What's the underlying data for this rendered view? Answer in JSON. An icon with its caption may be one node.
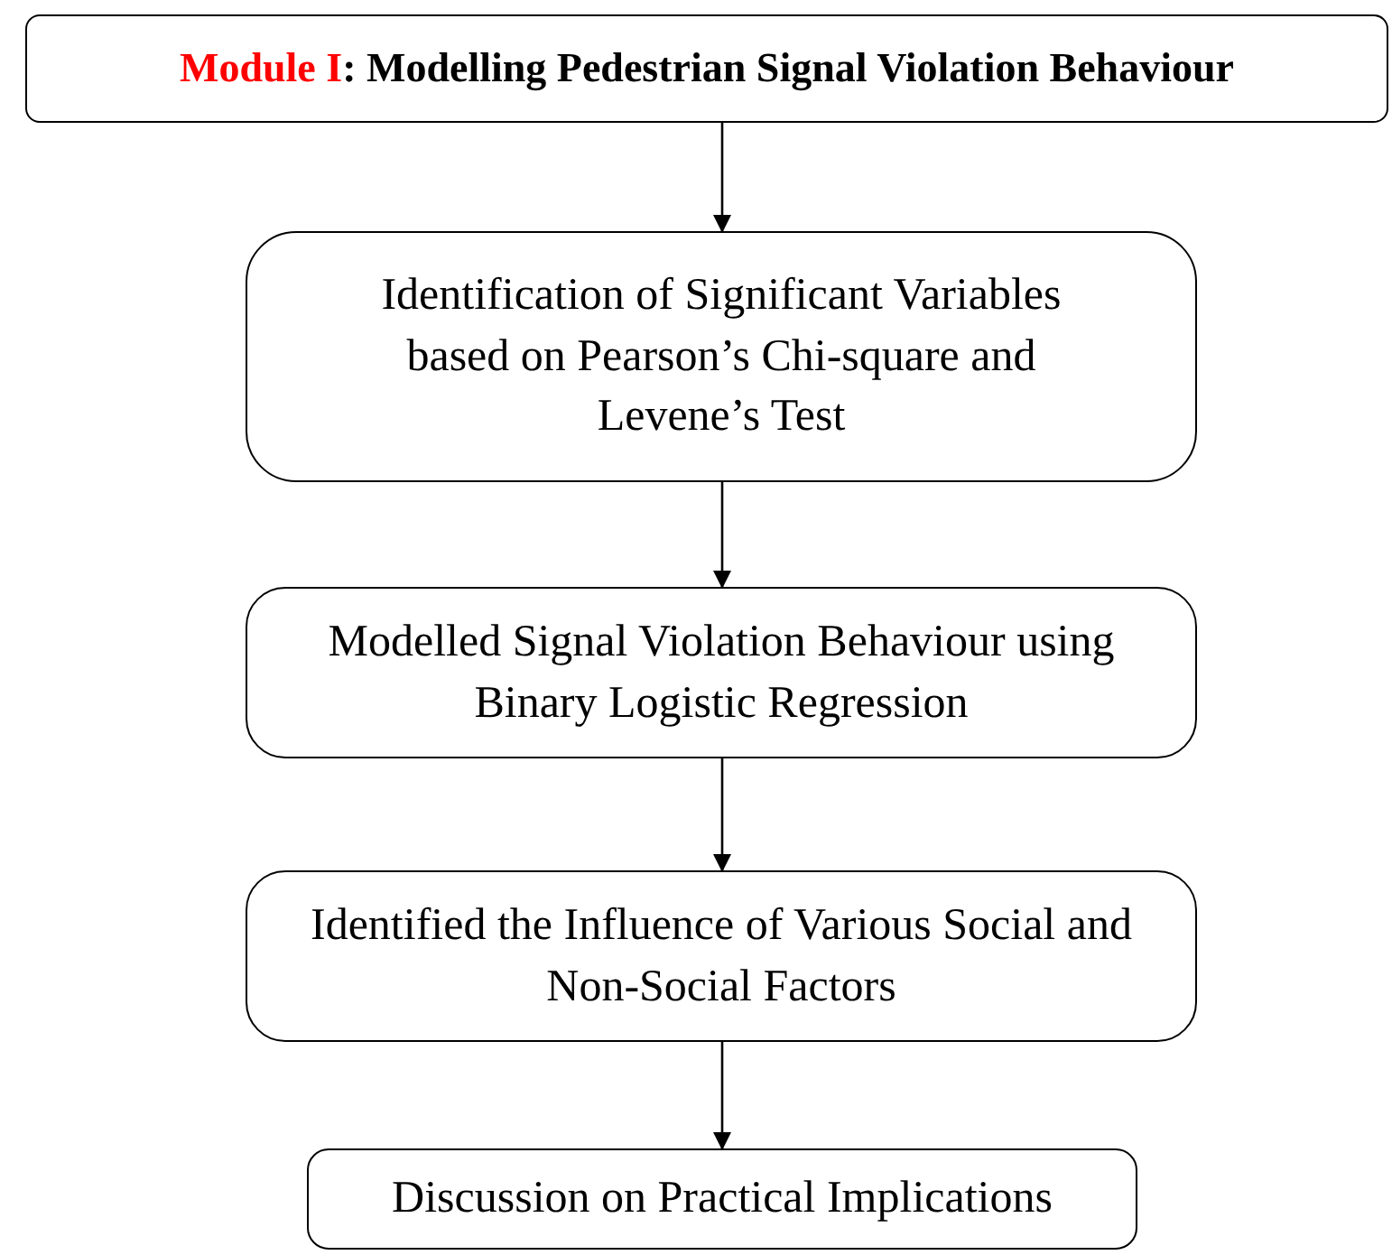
{
  "diagram": {
    "nodes": [
      {
        "text": [
          "**Module I**: Modelling Pedestrian Signal Violation Behaviour"
        ]
      },
      {
        "text": [
          "Identification of Significant Variables based on Pearson’s Chi-square and Levene’s Test"
        ]
      },
      {
        "text": [
          "Modelled Signal Violation Behaviour using Binary Logistic Regression"
        ]
      },
      {
        "text": [
          "Identified the Influence of Various Social and Non-Social Factors"
        ]
      },
      {
        "text": [
          "Discussion on Practical Implications"
        ]
      }
    ],
    "edges": [
      {
        "from": 0,
        "to": 1,
        "arrow": "to"
      },
      {
        "from": 1,
        "to": 2,
        "arrow": "to"
      },
      {
        "from": 2,
        "to": 3,
        "arrow": "to"
      },
      {
        "from": 3,
        "to": 4,
        "arrow": "to"
      }
    ]
  }
}
